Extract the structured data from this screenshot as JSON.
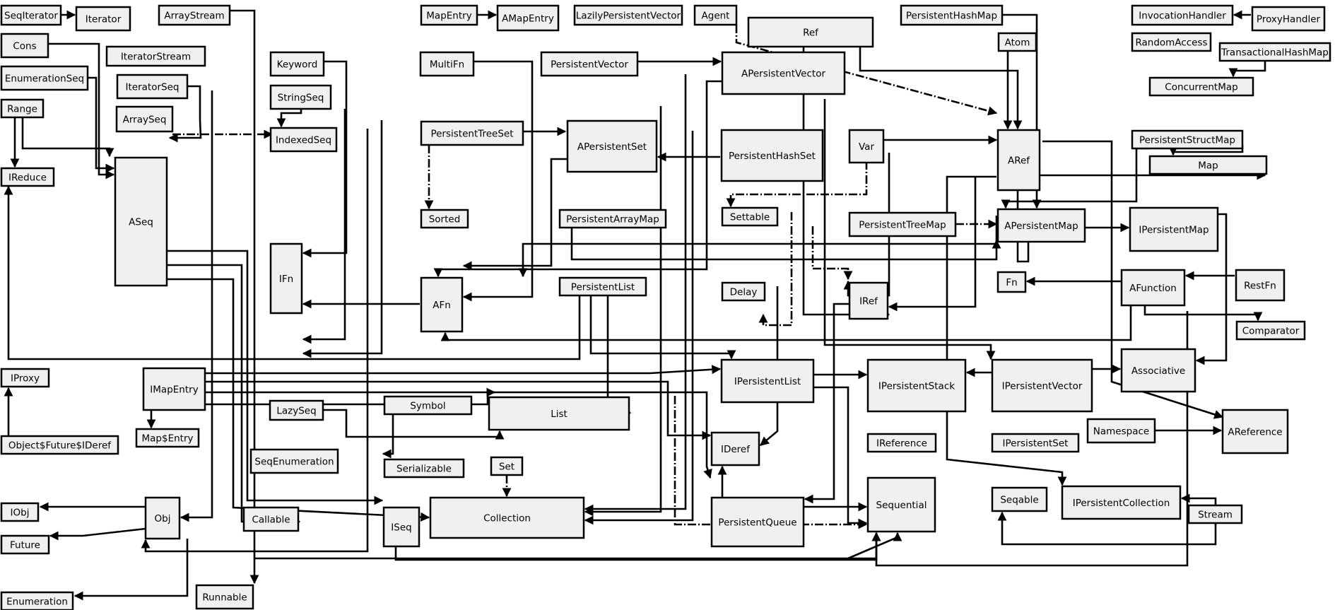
{
  "nodes": [
    {
      "id": "SeqIterator",
      "label": "SeqIterator"
    },
    {
      "id": "Iterator",
      "label": "Iterator"
    },
    {
      "id": "ArrayStream",
      "label": "ArrayStream"
    },
    {
      "id": "MapEntry",
      "label": "MapEntry"
    },
    {
      "id": "AMapEntry",
      "label": "AMapEntry"
    },
    {
      "id": "LazilyPersistentVector",
      "label": "LazilyPersistentVector"
    },
    {
      "id": "Agent",
      "label": "Agent"
    },
    {
      "id": "Ref",
      "label": "Ref"
    },
    {
      "id": "PersistentHashMap",
      "label": "PersistentHashMap"
    },
    {
      "id": "InvocationHandler",
      "label": "InvocationHandler"
    },
    {
      "id": "ProxyHandler",
      "label": "ProxyHandler"
    },
    {
      "id": "Cons",
      "label": "Cons"
    },
    {
      "id": "IteratorStream",
      "label": "IteratorStream"
    },
    {
      "id": "Keyword",
      "label": "Keyword"
    },
    {
      "id": "MultiFn",
      "label": "MultiFn"
    },
    {
      "id": "PersistentVector",
      "label": "PersistentVector"
    },
    {
      "id": "APersistentVector",
      "label": "APersistentVector"
    },
    {
      "id": "Atom",
      "label": "Atom"
    },
    {
      "id": "RandomAccess",
      "label": "RandomAccess"
    },
    {
      "id": "TransactionalHashMap",
      "label": "TransactionalHashMap"
    },
    {
      "id": "EnumerationSeq",
      "label": "EnumerationSeq"
    },
    {
      "id": "IteratorSeq",
      "label": "IteratorSeq"
    },
    {
      "id": "StringSeq",
      "label": "StringSeq"
    },
    {
      "id": "ConcurrentMap",
      "label": "ConcurrentMap"
    },
    {
      "id": "Range",
      "label": "Range"
    },
    {
      "id": "ArraySeq",
      "label": "ArraySeq"
    },
    {
      "id": "IndexedSeq",
      "label": "IndexedSeq"
    },
    {
      "id": "PersistentTreeSet",
      "label": "PersistentTreeSet"
    },
    {
      "id": "APersistentSet",
      "label": "APersistentSet"
    },
    {
      "id": "PersistentHashSet",
      "label": "PersistentHashSet"
    },
    {
      "id": "Var",
      "label": "Var"
    },
    {
      "id": "ARef",
      "label": "ARef"
    },
    {
      "id": "PersistentStructMap",
      "label": "PersistentStructMap"
    },
    {
      "id": "Map",
      "label": "Map"
    },
    {
      "id": "IReduce",
      "label": "IReduce"
    },
    {
      "id": "ASeq",
      "label": "ASeq"
    },
    {
      "id": "Sorted",
      "label": "Sorted"
    },
    {
      "id": "PersistentArrayMap",
      "label": "PersistentArrayMap"
    },
    {
      "id": "Settable",
      "label": "Settable"
    },
    {
      "id": "PersistentTreeMap",
      "label": "PersistentTreeMap"
    },
    {
      "id": "APersistentMap",
      "label": "APersistentMap"
    },
    {
      "id": "IPersistentMap",
      "label": "IPersistentMap"
    },
    {
      "id": "IFn",
      "label": "IFn"
    },
    {
      "id": "AFn",
      "label": "AFn"
    },
    {
      "id": "PersistentList",
      "label": "PersistentList"
    },
    {
      "id": "Delay",
      "label": "Delay"
    },
    {
      "id": "IRef",
      "label": "IRef"
    },
    {
      "id": "Fn",
      "label": "Fn"
    },
    {
      "id": "AFunction",
      "label": "AFunction"
    },
    {
      "id": "RestFn",
      "label": "RestFn"
    },
    {
      "id": "Comparator",
      "label": "Comparator"
    },
    {
      "id": "IPersistentList",
      "label": "IPersistentList"
    },
    {
      "id": "IPersistentStack",
      "label": "IPersistentStack"
    },
    {
      "id": "IPersistentVector",
      "label": "IPersistentVector"
    },
    {
      "id": "Associative",
      "label": "Associative"
    },
    {
      "id": "IProxy",
      "label": "IProxy"
    },
    {
      "id": "IMapEntry",
      "label": "IMapEntry"
    },
    {
      "id": "LazySeq",
      "label": "LazySeq"
    },
    {
      "id": "Symbol",
      "label": "Symbol"
    },
    {
      "id": "List",
      "label": "List"
    },
    {
      "id": "Namespace",
      "label": "Namespace"
    },
    {
      "id": "AReference",
      "label": "AReference"
    },
    {
      "id": "MapEntryIface",
      "label": "Map$Entry"
    },
    {
      "id": "ObjectFuture",
      "label": "Object$Future$IDeref"
    },
    {
      "id": "IDeref",
      "label": "IDeref"
    },
    {
      "id": "IReference",
      "label": "IReference"
    },
    {
      "id": "IPersistentSet",
      "label": "IPersistentSet"
    },
    {
      "id": "SeqEnumeration",
      "label": "SeqEnumeration"
    },
    {
      "id": "Serializable",
      "label": "Serializable"
    },
    {
      "id": "Set",
      "label": "Set"
    },
    {
      "id": "Sequential",
      "label": "Sequential"
    },
    {
      "id": "Seqable",
      "label": "Seqable"
    },
    {
      "id": "IPersistentCollection",
      "label": "IPersistentCollection"
    },
    {
      "id": "Stream",
      "label": "Stream"
    },
    {
      "id": "IObj",
      "label": "IObj"
    },
    {
      "id": "Obj",
      "label": "Obj"
    },
    {
      "id": "Callable",
      "label": "Callable"
    },
    {
      "id": "ISeq",
      "label": "ISeq"
    },
    {
      "id": "Collection",
      "label": "Collection"
    },
    {
      "id": "PersistentQueue",
      "label": "PersistentQueue"
    },
    {
      "id": "Future",
      "label": "Future"
    },
    {
      "id": "Enumeration",
      "label": "Enumeration"
    },
    {
      "id": "Runnable",
      "label": "Runnable"
    }
  ],
  "edges": [
    {
      "from": "SeqIterator",
      "to": "Iterator"
    },
    {
      "from": "MapEntry",
      "to": "AMapEntry"
    },
    {
      "from": "ProxyHandler",
      "to": "InvocationHandler"
    },
    {
      "from": "PersistentVector",
      "to": "APersistentVector"
    },
    {
      "from": "TransactionalHashMap",
      "to": "ConcurrentMap"
    },
    {
      "from": "StringSeq",
      "to": "IndexedSeq"
    },
    {
      "from": "Range",
      "to": "IReduce"
    },
    {
      "from": "ArraySeq",
      "to": "ASeq"
    },
    {
      "from": "ArraySeq",
      "to": "IndexedSeq",
      "dashed": true
    },
    {
      "from": "Cons",
      "to": "ASeq"
    },
    {
      "from": "EnumerationSeq",
      "to": "ASeq"
    },
    {
      "from": "IteratorSeq",
      "to": "ASeq"
    },
    {
      "from": "PersistentTreeSet",
      "to": "APersistentSet"
    },
    {
      "from": "PersistentTreeSet",
      "to": "Sorted",
      "dashed": true
    },
    {
      "from": "PersistentHashSet",
      "to": "APersistentSet"
    },
    {
      "from": "Var",
      "to": "ARef"
    },
    {
      "from": "Var",
      "to": "Settable",
      "dashed": true
    },
    {
      "from": "Atom",
      "to": "ARef"
    },
    {
      "from": "Ref",
      "to": "ARef"
    },
    {
      "from": "Agent",
      "to": "ARef"
    },
    {
      "from": "PersistentStructMap",
      "to": "Map"
    },
    {
      "from": "PersistentStructMap",
      "to": "APersistentMap"
    },
    {
      "from": "PersistentHashMap",
      "to": "APersistentMap"
    },
    {
      "from": "PersistentArrayMap",
      "to": "APersistentMap"
    },
    {
      "from": "PersistentTreeMap",
      "to": "APersistentMap"
    },
    {
      "from": "PersistentTreeMap",
      "to": "Sorted"
    },
    {
      "from": "APersistentMap",
      "to": "IPersistentMap"
    },
    {
      "from": "APersistentMap",
      "to": "Map"
    },
    {
      "from": "APersistentMap",
      "to": "AFn"
    },
    {
      "from": "APersistentVector",
      "to": "AFn"
    },
    {
      "from": "APersistentSet",
      "to": "AFn"
    },
    {
      "from": "Keyword",
      "to": "IFn"
    },
    {
      "from": "MultiFn",
      "to": "AFn"
    },
    {
      "from": "AFn",
      "to": "IFn"
    },
    {
      "from": "RestFn",
      "to": "AFunction"
    },
    {
      "from": "AFunction",
      "to": "Fn"
    },
    {
      "from": "AFunction",
      "to": "Comparator"
    },
    {
      "from": "AFunction",
      "to": "AFn"
    },
    {
      "from": "IPersistentMap",
      "to": "Associative"
    },
    {
      "from": "IPersistentVector",
      "to": "Associative"
    },
    {
      "from": "IPersistentVector",
      "to": "IPersistentStack"
    },
    {
      "from": "IPersistentList",
      "to": "IPersistentStack"
    },
    {
      "from": "IPersistentList",
      "to": "Sequential"
    },
    {
      "from": "PersistentList",
      "to": "List"
    },
    {
      "from": "PersistentList",
      "to": "IPersistentList"
    },
    {
      "from": "PersistentList",
      "to": "IReduce"
    },
    {
      "from": "IMapEntry",
      "to": "MapEntryIface"
    },
    {
      "from": "ObjectFuture",
      "to": "IProxy"
    },
    {
      "from": "Obj",
      "to": "IObj"
    },
    {
      "from": "Obj",
      "to": "Future"
    },
    {
      "from": "Symbol",
      "to": "Serializable"
    },
    {
      "from": "Set",
      "to": "Collection"
    },
    {
      "from": "Namespace",
      "to": "AReference"
    },
    {
      "from": "LazySeq",
      "to": "List"
    },
    {
      "from": "ISeq",
      "to": "Sequential"
    },
    {
      "from": "PersistentQueue",
      "to": "Sequential"
    },
    {
      "from": "PersistentQueue",
      "to": "IDeref"
    },
    {
      "from": "Stream",
      "to": "IPersistentCollection"
    },
    {
      "from": "Stream",
      "to": "Seqable"
    },
    {
      "from": "Obj",
      "to": "Enumeration"
    },
    {
      "from": "ASeq",
      "to": "Callable"
    },
    {
      "from": "ASeq",
      "to": "ISeq"
    },
    {
      "from": "ASeq",
      "to": "Collection"
    },
    {
      "from": "ASeq",
      "to": "Obj"
    }
  ]
}
